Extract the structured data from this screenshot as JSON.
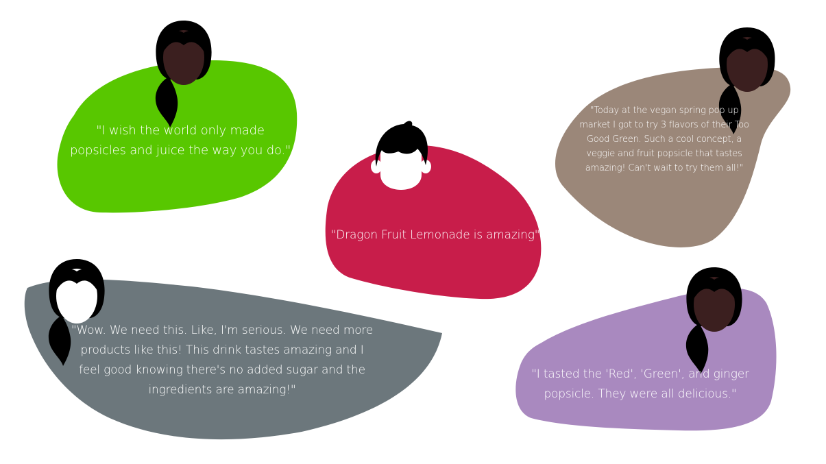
{
  "colors": {
    "green": "#58c700",
    "crimson": "#c81d4a",
    "taupe": "#9b8779",
    "slate": "#6c777c",
    "lavender": "#a989bf",
    "hair": "#000000",
    "skin_dark": "#3b1f1f",
    "skin_light": "#ffffff",
    "text": "#ffffff"
  },
  "testimonials": [
    {
      "quote": "\"I wish the world only made popsicles and juice the way you do.\"",
      "icon": "woman-ponytail-dark-avatar-icon"
    },
    {
      "quote": "\"Dragon Fruit Lemonade is amazing\"",
      "icon": "man-short-hair-light-avatar-icon"
    },
    {
      "quote": "\"Today at the vegan spring pop up market I got to try 3 flavors of their Too Good Green. Such a cool concept, a veggie and fruit popsicle that tastes amazing! Can't wait to try them all!\"",
      "icon": "woman-ponytail-dark-avatar-icon"
    },
    {
      "quote": "\"Wow. We need this. Like, I'm serious. We need more products like this! This drink tastes amazing and I feel good knowing there's no added sugar and the ingredients are amazing!\"",
      "icon": "woman-ponytail-light-avatar-icon"
    },
    {
      "quote": "\"I tasted the 'Red', 'Green', and ginger popsicle. They were all delicious.\"",
      "icon": "woman-ponytail-dark-avatar-icon"
    }
  ]
}
